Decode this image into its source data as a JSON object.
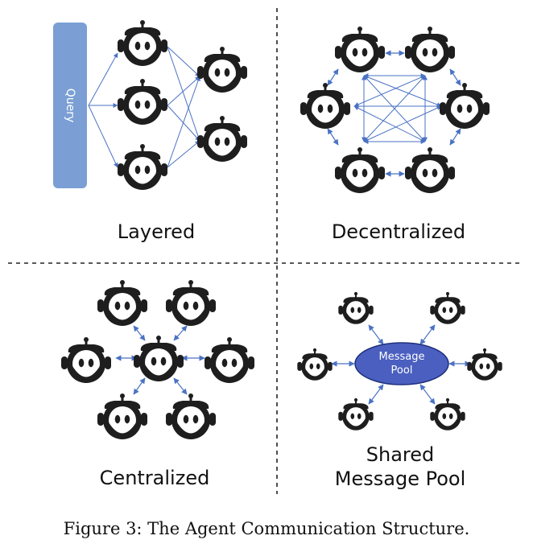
{
  "figure": {
    "caption": "Figure 3: The Agent Communication Structure.",
    "colors": {
      "agent": "#1e1e1e",
      "arrow": "#4a72c4",
      "query_box": "#7b9fd4",
      "pool": "#4a5fbf",
      "divider": "#222222"
    },
    "panels": [
      {
        "id": "layered",
        "label": "Layered",
        "query_label": "Query"
      },
      {
        "id": "decentralized",
        "label": "Decentralized"
      },
      {
        "id": "centralized",
        "label": "Centralized"
      },
      {
        "id": "shared-pool",
        "label_lines": [
          "Shared",
          "Message Pool"
        ],
        "pool_lines": [
          "Message",
          "Pool"
        ]
      }
    ]
  }
}
